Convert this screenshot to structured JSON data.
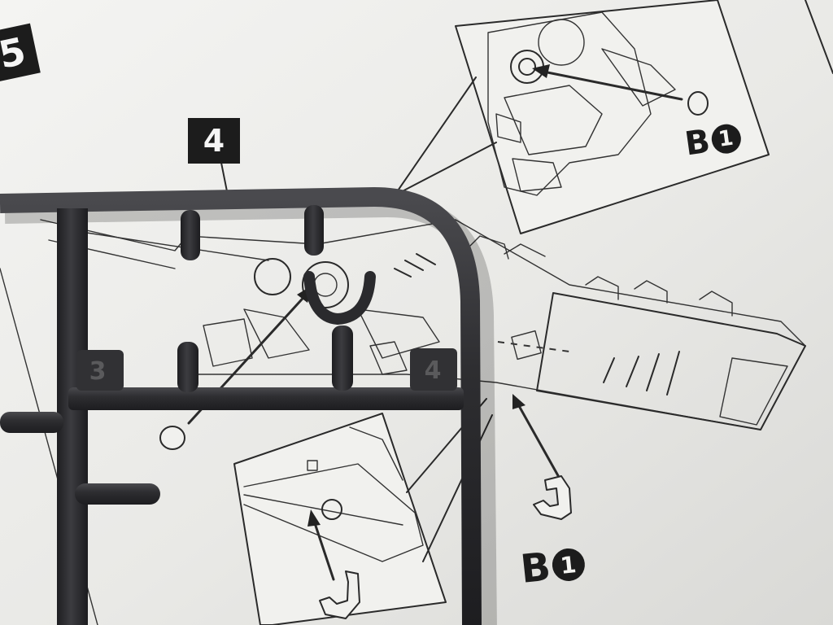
{
  "steps": [
    {
      "id": "step-5",
      "label": "5"
    },
    {
      "id": "step-4",
      "label": "4"
    }
  ],
  "part_labels": [
    {
      "id": "upper",
      "letter": "B",
      "number": "1"
    },
    {
      "id": "lower",
      "letter": "B",
      "number": "1"
    }
  ],
  "runner_tags": [
    "3",
    "4"
  ],
  "colors": {
    "paper": "#ececea",
    "ink": "#2a2a2a",
    "runner_plastic": "#2c2c2f"
  }
}
